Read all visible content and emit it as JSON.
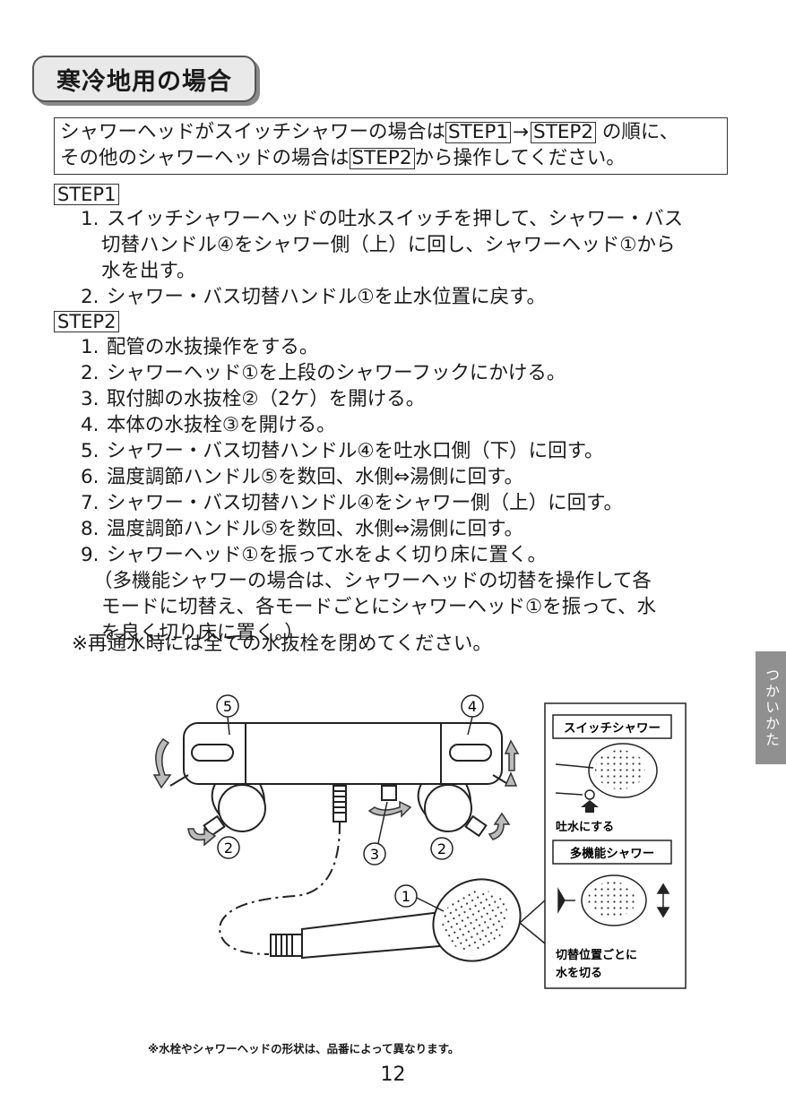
{
  "title": "寒冷地用の場合",
  "intro": {
    "line1_a": "シャワーヘッドがスイッチシャワーの場合は",
    "step1": "STEP1",
    "arrow": "→",
    "step2": "STEP2",
    "line1_b": " の順に、",
    "line2_a": "その他のシャワーヘッドの場合は",
    "line2_b": "から操作してください。"
  },
  "step1": {
    "label": "STEP1",
    "items": [
      {
        "num": "1.",
        "lines": [
          "スイッチシャワーヘッドの吐水スイッチを押して、シャワー・バス",
          "切替ハンドル④をシャワー側（上）に回し、シャワーヘッド①から",
          "水を出す。"
        ]
      },
      {
        "num": "2.",
        "lines": [
          "シャワー・バス切替ハンドル①を止水位置に戻す。"
        ]
      }
    ]
  },
  "step2": {
    "label": "STEP2",
    "items": [
      {
        "num": "1.",
        "text": "配管の水抜操作をする。"
      },
      {
        "num": "2.",
        "text": "シャワーヘッド①を上段のシャワーフックにかける。"
      },
      {
        "num": "3.",
        "text": "取付脚の水抜栓②（2ケ）を開ける。"
      },
      {
        "num": "4.",
        "text": "本体の水抜栓③を開ける。"
      },
      {
        "num": "5.",
        "text": "シャワー・バス切替ハンドル④を吐水口側（下）に回す。"
      },
      {
        "num": "6.",
        "text": "温度調節ハンドル⑤を数回、水側⇔湯側に回す。"
      },
      {
        "num": "7.",
        "text": "シャワー・バス切替ハンドル④をシャワー側（上）に回す。"
      },
      {
        "num": "8.",
        "text": "温度調節ハンドル⑤を数回、水側⇔湯側に回す。"
      },
      {
        "num": "9.",
        "text": "シャワーヘッド①を振って水をよく切り床に置く。"
      }
    ],
    "sub_lines": [
      "（多機能シャワーの場合は、シャワーヘッドの切替を操作して各",
      "モードに切替え、各モードごとにシャワーヘッド①を振って、水",
      "を良く切り床に置く。）"
    ]
  },
  "note": "※再通水時には全ての水抜栓を閉めてください。",
  "side_tab": "つかいかた",
  "illustration": {
    "callouts": {
      "c5": "5",
      "c4": "4",
      "c2a": "2",
      "c3": "3",
      "c2b": "2",
      "c1": "1"
    },
    "switch_title": "スイッチシャワー",
    "switch_caption": "吐水にする",
    "multi_title": "多機能シャワー",
    "multi_caption_1": "切替位置ごとに",
    "multi_caption_2": "水を切る"
  },
  "footnote": "※水栓やシャワーヘッドの形状は、品番によって異なります。",
  "page_number": "12"
}
